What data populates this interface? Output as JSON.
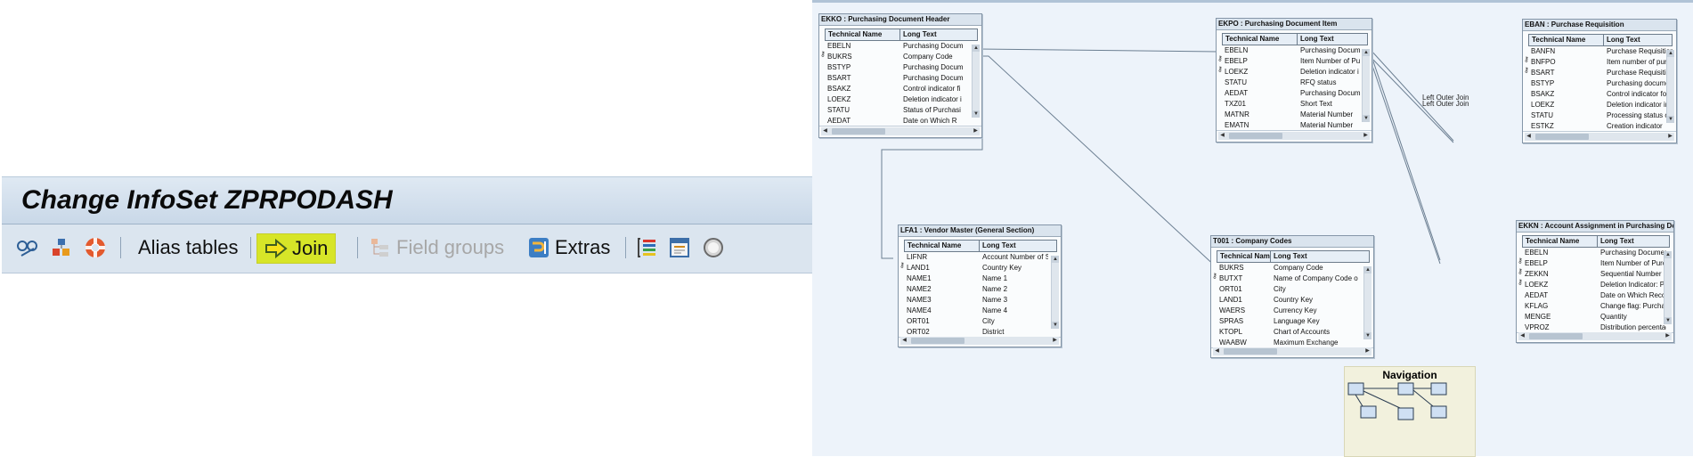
{
  "title": "Change InfoSet ZPRPODASH",
  "toolbar": {
    "icons": [
      "glasses-icon",
      "hierarchy-icon",
      "lifebuoy-icon",
      "list-color-icon",
      "form-icon",
      "circle-icon"
    ],
    "alias_tables": "Alias tables",
    "join": "Join",
    "field_groups": "Field groups",
    "extras": "Extras",
    "accent": "#d7e528"
  },
  "join_labels": [
    "Left Outer Join",
    "Left Outer Join"
  ],
  "navigation": {
    "title": "Navigation"
  },
  "tables": {
    "ekko": {
      "title": "EKKO : Purchasing Document Header",
      "h1": "Technical Name",
      "h2": "Long Text",
      "rows": [
        [
          "EBELN",
          "Purchasing Docum"
        ],
        [
          "BUKRS",
          "Company Code"
        ],
        [
          "BSTYP",
          "Purchasing Docum"
        ],
        [
          "BSART",
          "Purchasing Docum"
        ],
        [
          "BSAKZ",
          "Control indicator fi"
        ],
        [
          "LOEKZ",
          "Deletion indicator i"
        ],
        [
          "STATU",
          "Status of Purchasi"
        ],
        [
          "AEDAT",
          "Date on Which R"
        ]
      ]
    },
    "ekpo": {
      "title": "EKPO : Purchasing Document Item",
      "h1": "Technical Name",
      "h2": "Long Text",
      "rows": [
        [
          "EBELN",
          "Purchasing Docum"
        ],
        [
          "EBELP",
          "Item Number of Pu"
        ],
        [
          "LOEKZ",
          "Deletion indicator i"
        ],
        [
          "STATU",
          "RFQ status"
        ],
        [
          "AEDAT",
          "Purchasing Docum"
        ],
        [
          "TXZ01",
          "Short Text"
        ],
        [
          "MATNR",
          "Material Number"
        ],
        [
          "EMATN",
          "Material Number"
        ]
      ]
    },
    "eban": {
      "title": "EBAN : Purchase Requisition",
      "h1": "Technical Name",
      "h2": "Long Text",
      "rows": [
        [
          "BANFN",
          "Purchase Requisition"
        ],
        [
          "BNFPO",
          "Item number of purc"
        ],
        [
          "BSART",
          "Purchase Requisition"
        ],
        [
          "BSTYP",
          "Purchasing document"
        ],
        [
          "BSAKZ",
          "Control indicator for"
        ],
        [
          "LOEKZ",
          "Deletion indicator in p"
        ],
        [
          "STATU",
          "Processing status of"
        ],
        [
          "ESTKZ",
          "Creation indicator"
        ]
      ]
    },
    "lfa1": {
      "title": "LFA1 : Vendor Master (General Section)",
      "h1": "Technical Name",
      "h2": "Long Text",
      "rows": [
        [
          "LIFNR",
          "Account Number of Su"
        ],
        [
          "LAND1",
          "Country Key"
        ],
        [
          "NAME1",
          "Name 1"
        ],
        [
          "NAME2",
          "Name 2"
        ],
        [
          "NAME3",
          "Name 3"
        ],
        [
          "NAME4",
          "Name 4"
        ],
        [
          "ORT01",
          "City"
        ],
        [
          "ORT02",
          "District"
        ]
      ]
    },
    "t001": {
      "title": "T001 : Company Codes",
      "h1": "Technical Name",
      "h2": "Long Text",
      "rows": [
        [
          "BUKRS",
          "Company Code"
        ],
        [
          "BUTXT",
          "Name of Company Code o"
        ],
        [
          "ORT01",
          "City"
        ],
        [
          "LAND1",
          "Country Key"
        ],
        [
          "WAERS",
          "Currency Key"
        ],
        [
          "SPRAS",
          "Language Key"
        ],
        [
          "KTOPL",
          "Chart of Accounts"
        ],
        [
          "WAABW",
          "Maximum Exchange"
        ]
      ]
    },
    "ekkn": {
      "title": "EKKN : Account Assignment in Purchasing Do",
      "h1": "Technical Name",
      "h2": "Long Text",
      "rows": [
        [
          "EBELN",
          "Purchasing Document"
        ],
        [
          "EBELP",
          "Item Number of Purch"
        ],
        [
          "ZEKKN",
          "Sequential Number of"
        ],
        [
          "LOEKZ",
          "Deletion Indicator: Pu"
        ],
        [
          "AEDAT",
          "Date on Which Record"
        ],
        [
          "KFLAG",
          "Change flag: Purchasi"
        ],
        [
          "MENGE",
          "Quantity"
        ],
        [
          "VPROZ",
          "Distribution percentag"
        ]
      ]
    }
  }
}
